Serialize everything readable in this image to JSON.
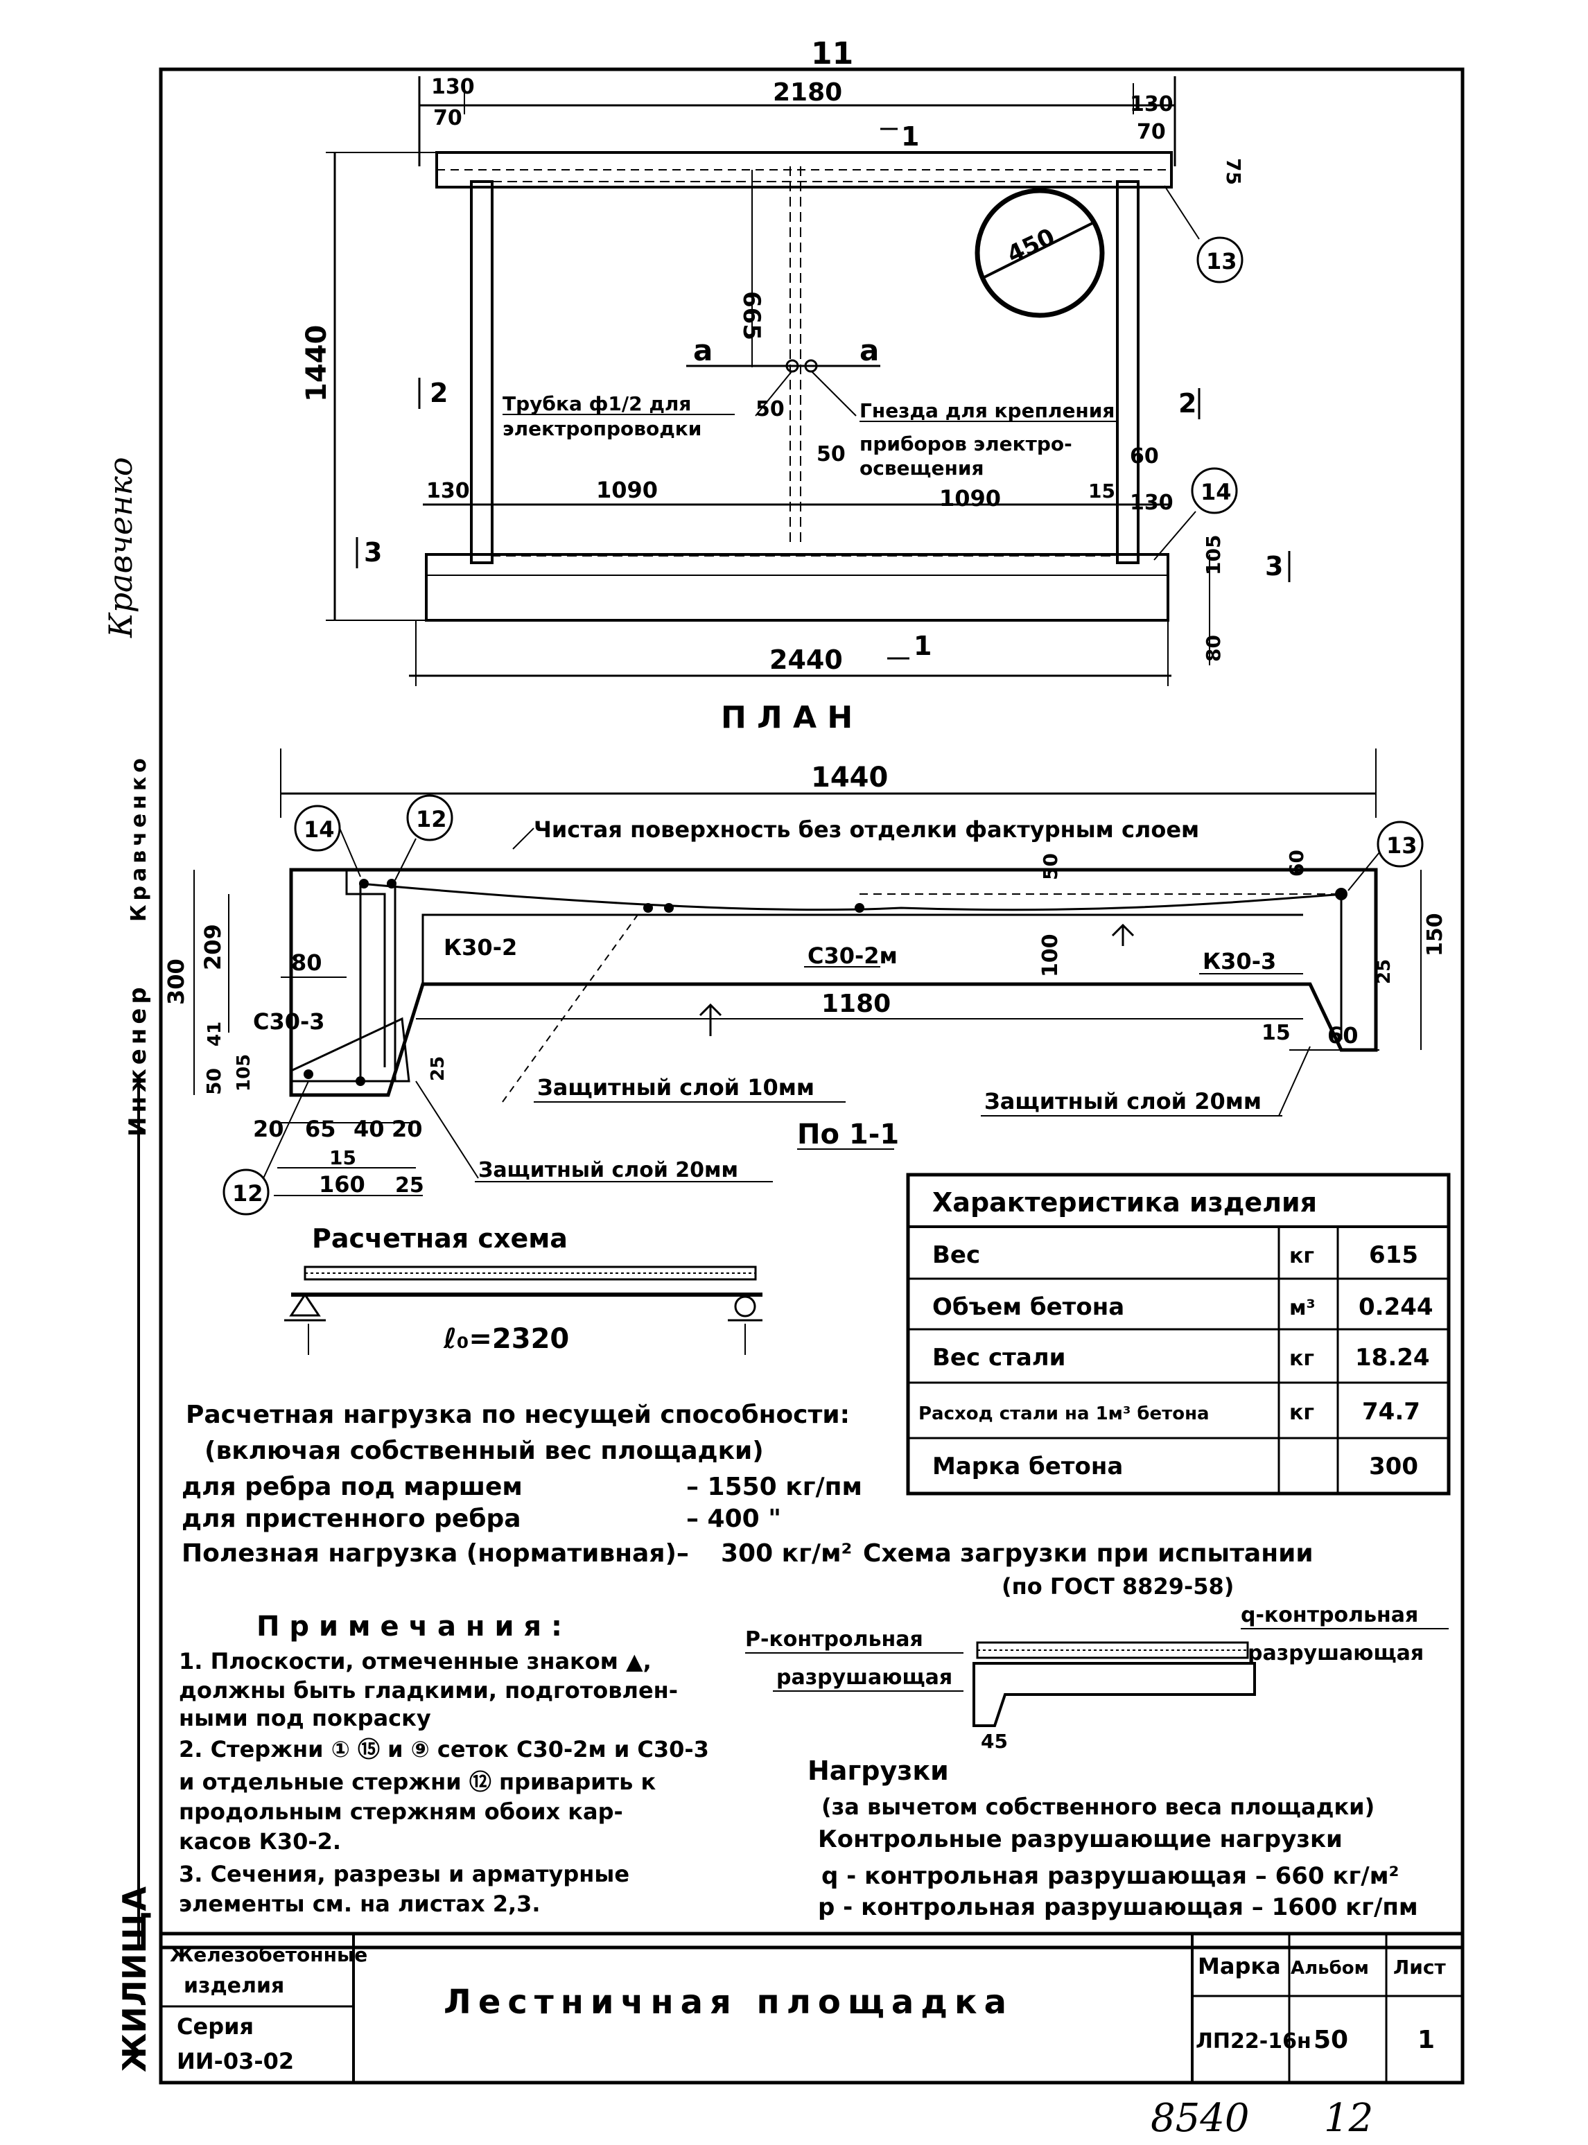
{
  "sheet_top_number": "11",
  "plan": {
    "title": "П Л А Н",
    "dims": {
      "top_130_left": "130",
      "top_70_left": "70",
      "top_2180": "2180",
      "top_130_right": "130",
      "top_70_right": "70",
      "right_75": "75",
      "height_1440": "1440",
      "height_665": "665",
      "circle_450": "450",
      "a_left": "a",
      "a_right": "a",
      "d50_a": "50",
      "d50_b": "50",
      "left_130": "130",
      "left_1090": "1090",
      "right_1090": "1090",
      "d15": "15",
      "d60": "60",
      "right_130": "130",
      "bottom_2440": "2440",
      "right_105": "105",
      "right_80": "80"
    },
    "section_marks": [
      "1",
      "1",
      "2",
      "2",
      "3",
      "3"
    ],
    "labels": {
      "tube_line1": "Трубка ф1/2 для",
      "tube_line2": "электропроводки",
      "sockets_line1": "Гнезда для крепления",
      "sockets_line2": "приборов электро-",
      "sockets_line3": "освещения"
    },
    "callouts": [
      "13",
      "14"
    ]
  },
  "section": {
    "title": "По 1-1",
    "top_dim": "1440",
    "surface_note": "Чистая поверхность без отделки фактурным слоем",
    "callouts": [
      "14",
      "12",
      "13",
      "12"
    ],
    "labels": {
      "k30_2": "К30-2",
      "c30_2m": "С30-2м",
      "k30_3": "К30-3",
      "c30_3": "С30-3",
      "cover10": "Защитный слой 10мм",
      "cover20_right": "Защитный слой 20мм",
      "cover20_bottom": "Защитный слой 20мм"
    },
    "dims": {
      "d300": "300",
      "d209": "209",
      "d80": "80",
      "d50": "50",
      "d41": "41",
      "d105": "105",
      "d25_left": "25",
      "d20_a": "20",
      "d65": "65",
      "d40": "40",
      "d20_b": "20",
      "d15": "15",
      "d160": "160",
      "d25_bot": "25",
      "d1180": "1180",
      "d100": "100",
      "d50_top": "50",
      "d60_top": "60",
      "d150": "150",
      "d25_right": "25",
      "d15_right": "15",
      "d60_right": "60"
    }
  },
  "scheme": {
    "title": "Расчетная схема",
    "span": "ℓ₀=2320"
  },
  "characteristics": {
    "title": "Характеристика изделия",
    "rows": [
      {
        "name": "Вес",
        "unit": "кг",
        "value": "615"
      },
      {
        "name": "Объем бетона",
        "unit": "м³",
        "value": "0.244"
      },
      {
        "name": "Вес стали",
        "unit": "кг",
        "value": "18.24"
      },
      {
        "name": "Расход стали на 1м³ бетона",
        "unit": "кг",
        "value": "74.7"
      },
      {
        "name": "Марка бетона",
        "unit": "",
        "value": "300"
      }
    ]
  },
  "loads": {
    "line1": "Расчетная нагрузка по несущей способности:",
    "line2": "(включая собственный вес площадки)",
    "rib_stair_label": "для ребра под маршем",
    "rib_stair_value": "– 1550 кг/пм",
    "rib_wall_label": "для пристенного ребра",
    "rib_wall_value": "–  400  \"",
    "useful_label": "Полезная нагрузка (нормативная)–",
    "useful_value": "300 кг/м²",
    "test_scheme_title": "Схема загрузки при испытании",
    "test_scheme_sub": "(по ГОСТ 8829-58)",
    "p_control_1": "Р-контрольная",
    "p_control_2": "разрушающая",
    "q_control_1": "q-контрольная",
    "q_control_2": "разрушающая",
    "d45": "45",
    "loads_title": "Нагрузки",
    "loads_sub": "(за вычетом собственного веса площадки)",
    "control_title": "Контрольные разрушающие нагрузки",
    "q_line": "q - контрольная разрушающая – 660 кг/м²",
    "p_line": "р - контрольная разрушающая – 1600 кг/пм"
  },
  "notes": {
    "title": "П р и м е ч а н и я :",
    "items": [
      "1. Плоскости, отмеченные знаком ▲,",
      "   должны быть гладкими, подготовлен-",
      "   ными под покраску",
      "2. Стержни ① ⑮ и ⑨ сеток С30-2м и С30-3",
      "   и отдельные стержни ⑫ приварить к",
      "   продольным стержням обоих  кар-",
      "   касов  К30-2.",
      "3. Сечения, разрезы и арматурные",
      "   элементы см. на листах 2,3."
    ]
  },
  "title_block": {
    "category_1": "Железобетонные",
    "category_2": "изделия",
    "series_label": "Серия",
    "series_value": "ИИ-03-02",
    "name": "Лестничная площадка",
    "h_mark": "Марка",
    "h_album": "Альбом",
    "h_sheet": "Лист",
    "mark": "ЛП22-16н",
    "album": "50",
    "sheet": "1"
  },
  "side": {
    "engineer_label": "Инженер",
    "engineer_name": "Кравченко",
    "signature": "Кравченко",
    "department": "ЖИЛИЩА"
  },
  "footer": {
    "number": "8540",
    "page": "12"
  }
}
